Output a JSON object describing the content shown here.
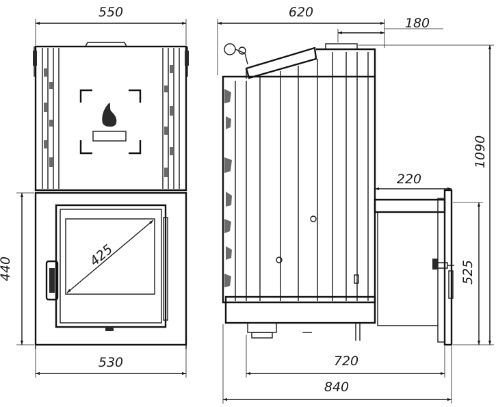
{
  "dimensions": {
    "front_width": "550",
    "side_depth": "620",
    "top_offset": "180",
    "height": "1090",
    "tank_offset": "220",
    "door_height": "440",
    "glass_diagonal": "425",
    "tank_height": "525",
    "base_width": "530",
    "firebox_depth": "720",
    "total_depth": "840"
  }
}
